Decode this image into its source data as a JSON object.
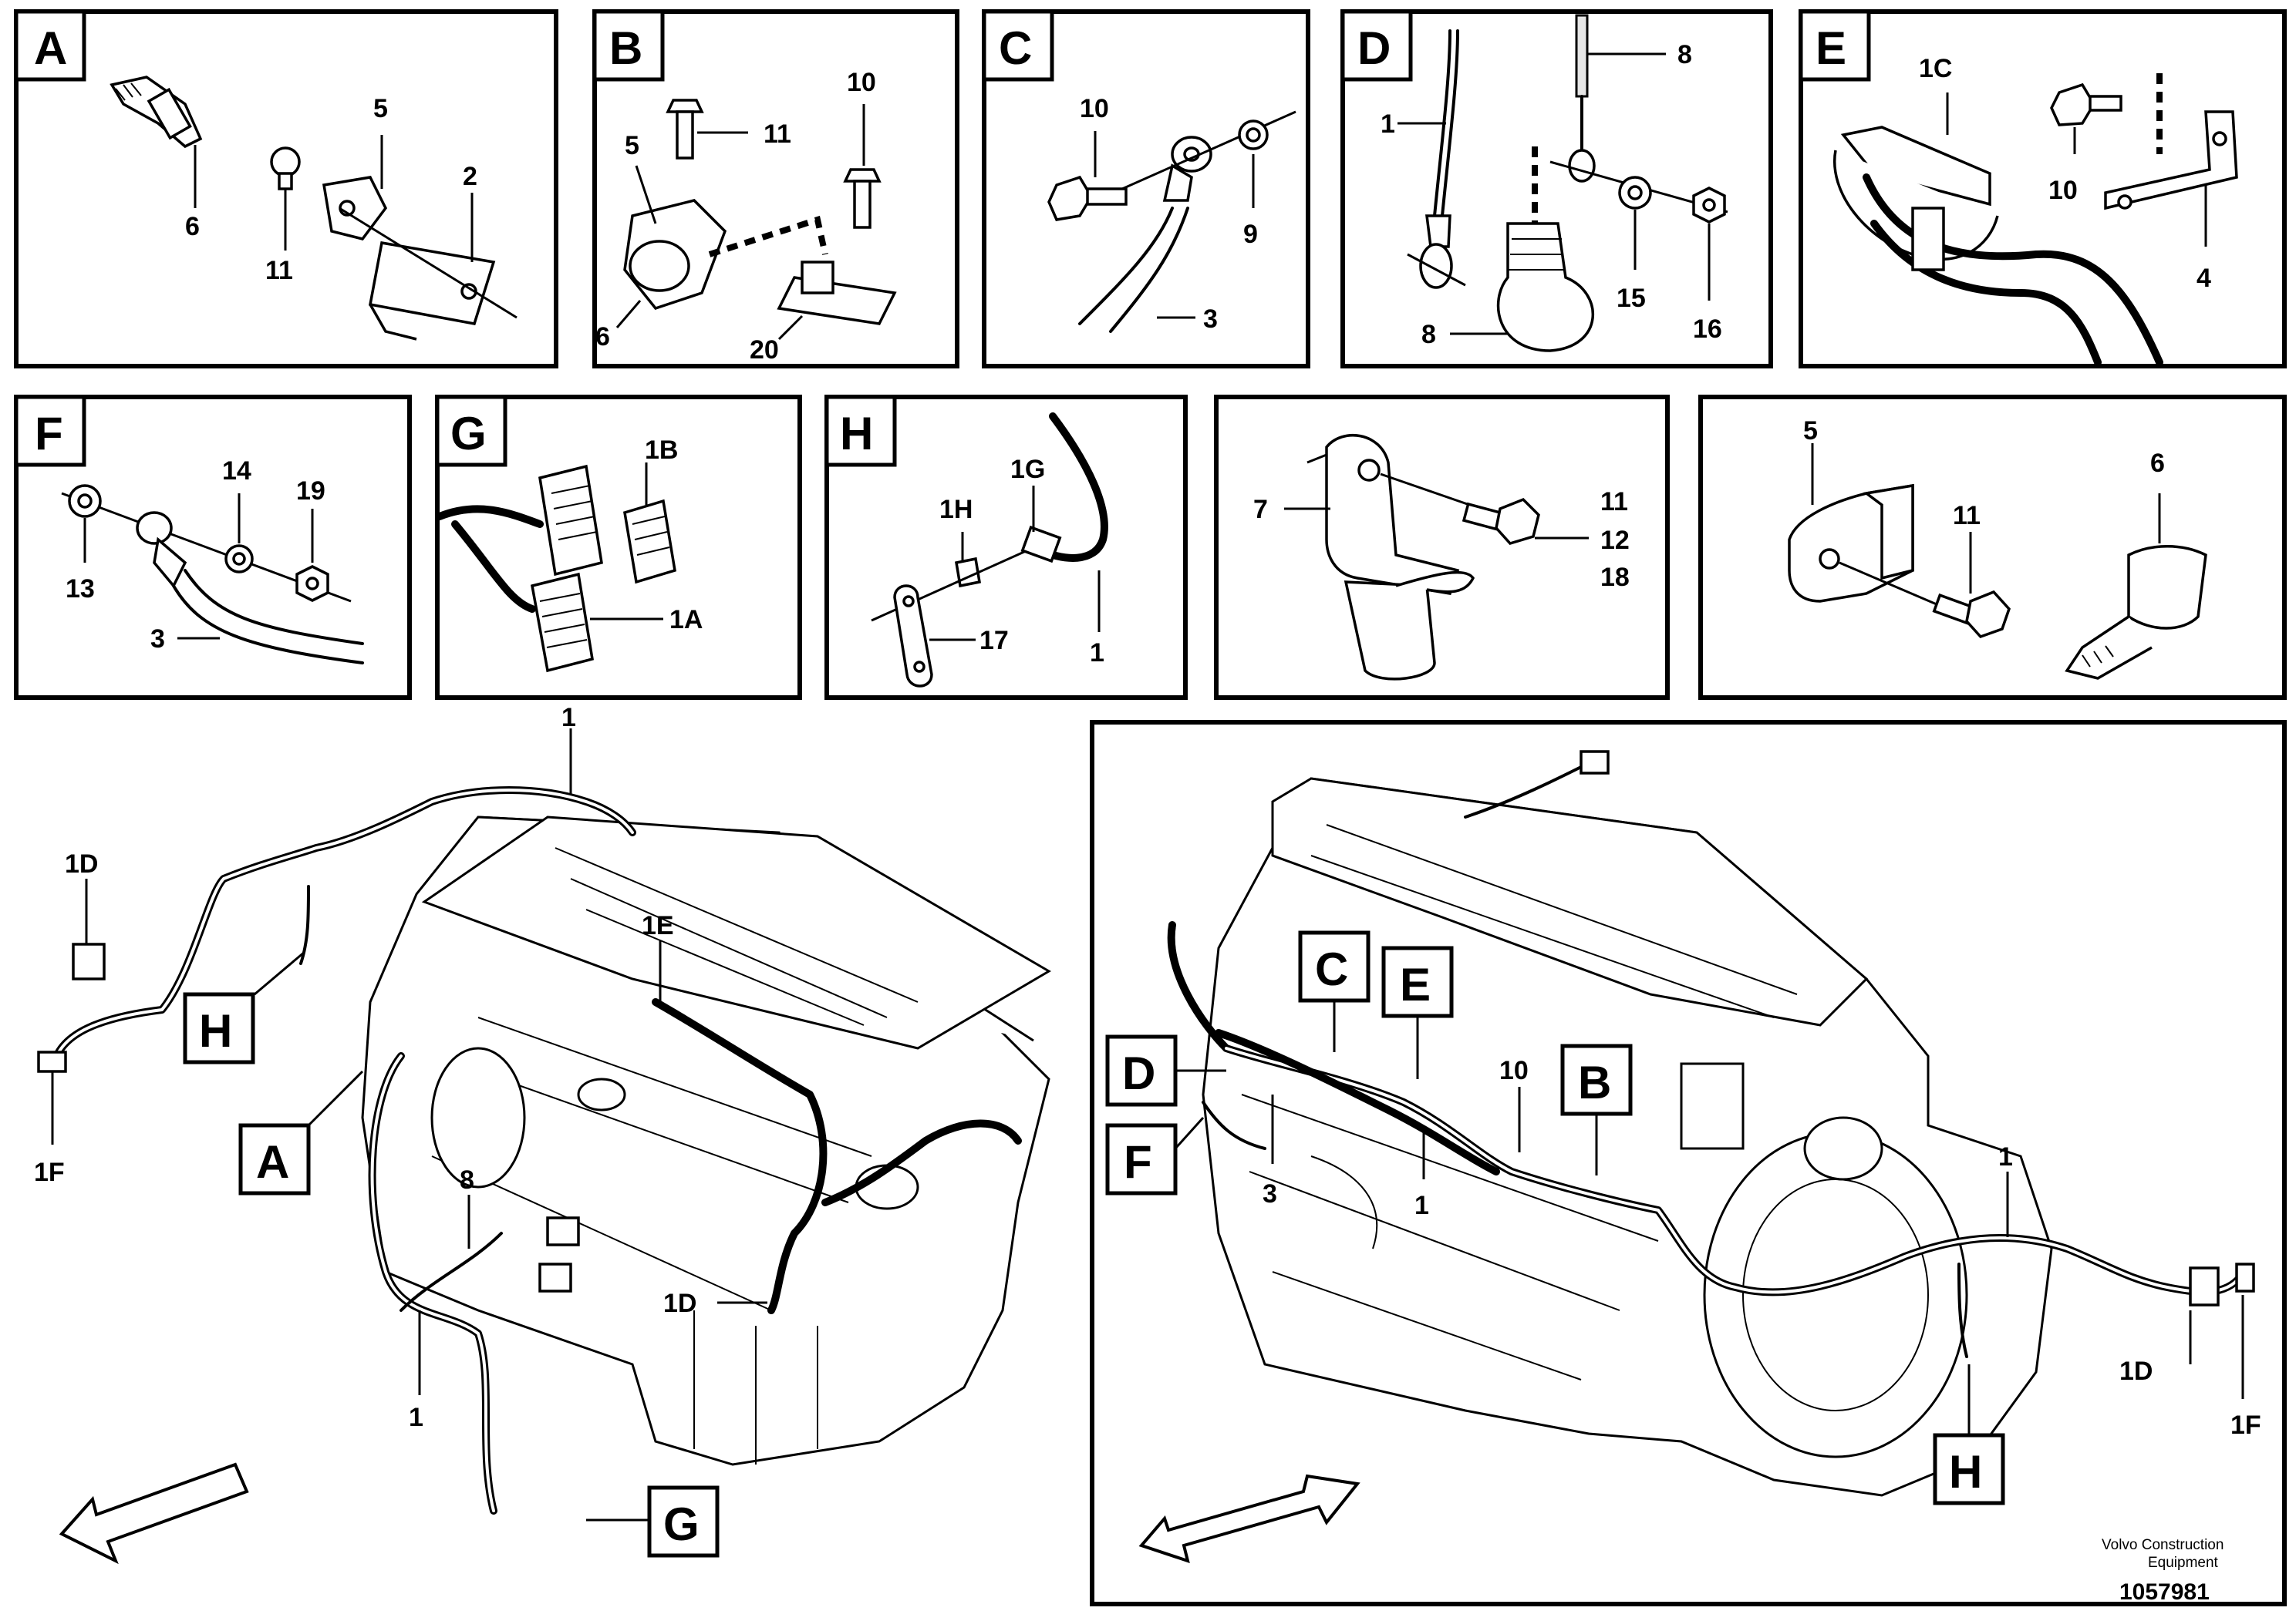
{
  "panels": {
    "A": {
      "badge": "A",
      "labels": {
        "l6": "6",
        "l11": "11",
        "l5": "5",
        "l2": "2"
      }
    },
    "B": {
      "badge": "B",
      "labels": {
        "l11": "11",
        "l5": "5",
        "l6": "6",
        "l20": "20",
        "l10": "10"
      }
    },
    "C": {
      "badge": "C",
      "labels": {
        "l10": "10",
        "l9": "9",
        "l3": "3"
      }
    },
    "D": {
      "badge": "D",
      "labels": {
        "l1": "1",
        "l8a": "8",
        "l8b": "8",
        "l15": "15",
        "l16": "16"
      }
    },
    "E": {
      "badge": "E",
      "labels": {
        "l1c": "1C",
        "l10": "10",
        "l4": "4"
      }
    },
    "F": {
      "badge": "F",
      "labels": {
        "l14": "14",
        "l19": "19",
        "l13": "13",
        "l3": "3"
      }
    },
    "G": {
      "badge": "G",
      "labels": {
        "l1b": "1B",
        "l1a": "1A"
      }
    },
    "H": {
      "badge": "H",
      "labels": {
        "l1h": "1H",
        "l1g": "1G",
        "l17": "17",
        "l1": "1"
      }
    },
    "P7": {
      "labels": {
        "l7": "7",
        "l11": "11",
        "l12": "12",
        "l18": "18"
      }
    },
    "P5": {
      "labels": {
        "l5": "5",
        "l11": "11",
        "l6": "6"
      }
    }
  },
  "left_view": {
    "callouts": {
      "c1a": "1",
      "c1d_top": "1D",
      "c1f": "1F",
      "c1e": "1E",
      "c8": "8",
      "c1d_low": "1D",
      "c1b": "1"
    },
    "badges": {
      "h": "H",
      "a": "A",
      "g": "G"
    }
  },
  "right_view": {
    "callouts": {
      "c10": "10",
      "c3": "3",
      "c1m": "1",
      "c1r": "1",
      "c1d": "1D",
      "c1f": "1F"
    },
    "badges": {
      "c": "C",
      "e": "E",
      "d": "D",
      "b": "B",
      "f": "F",
      "h": "H"
    }
  },
  "footer": {
    "credit_line1": "Volvo Construction",
    "credit_line2": "Equipment",
    "doc_number": "1057981"
  }
}
